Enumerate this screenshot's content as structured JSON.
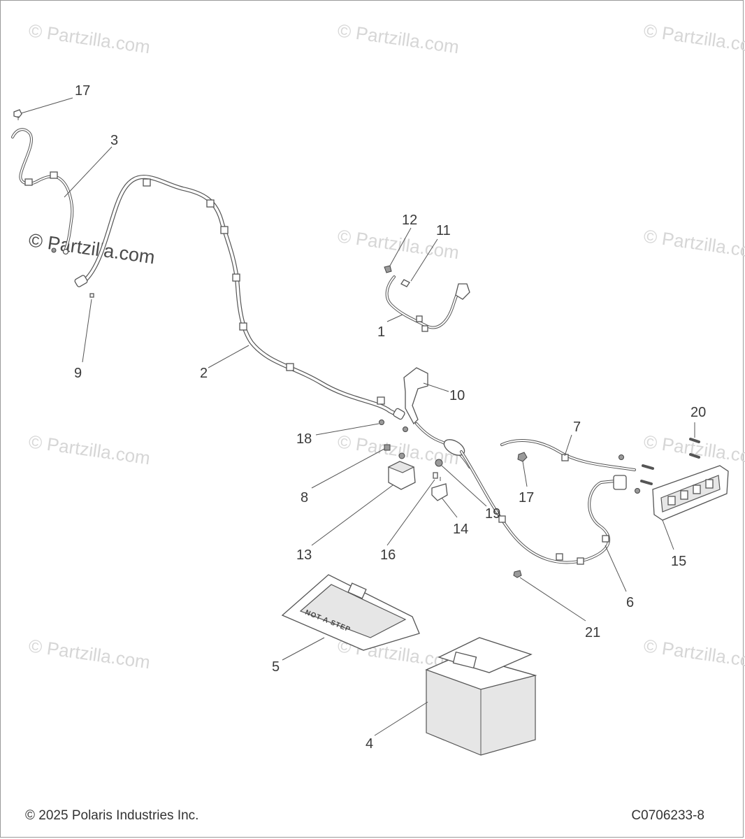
{
  "watermark": {
    "text": "© Partzilla.com"
  },
  "callouts": {
    "c1": "1",
    "c2": "2",
    "c3": "3",
    "c4": "4",
    "c5": "5",
    "c6": "6",
    "c7": "7",
    "c8": "8",
    "c9": "9",
    "c10": "10",
    "c11": "11",
    "c12": "12",
    "c13": "13",
    "c14": "14",
    "c15": "15",
    "c16": "16",
    "c17a": "17",
    "c17b": "17",
    "c18": "18",
    "c19": "19",
    "c20": "20",
    "c21": "21"
  },
  "cover_label": "NOT A STEP",
  "footer": {
    "copyright": "© 2025 Polaris Industries Inc.",
    "code": "C0706233-8"
  }
}
